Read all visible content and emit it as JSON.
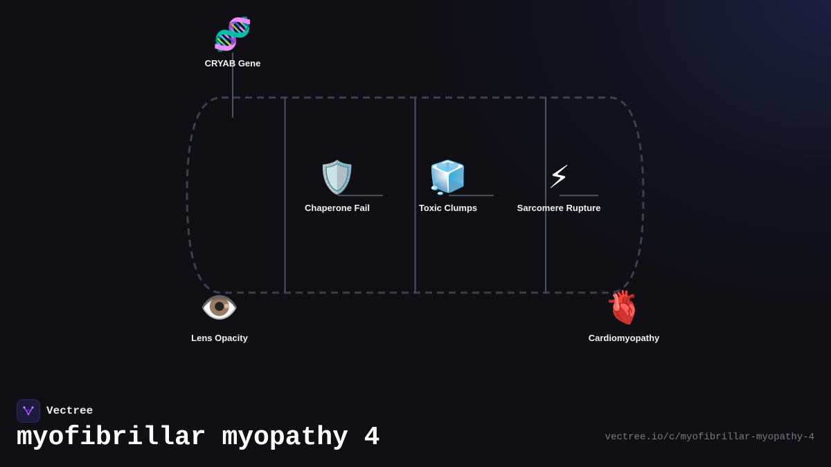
{
  "diagram": {
    "nodes": [
      {
        "id": "cryab",
        "label": "CRYAB Gene",
        "icon": "🧬",
        "icon_name": "dna-icon"
      },
      {
        "id": "chaperone",
        "label": "Chaperone Fail",
        "icon": "🛡️",
        "icon_name": "shield-icon"
      },
      {
        "id": "clumps",
        "label": "Toxic Clumps",
        "icon": "🧊",
        "icon_name": "ice-cube-icon"
      },
      {
        "id": "sarcomere",
        "label": "Sarcomere Rupture",
        "icon": "⚡",
        "icon_name": "lightning-icon"
      },
      {
        "id": "lens",
        "label": "Lens Opacity",
        "icon": "👁️",
        "icon_name": "eye-icon"
      },
      {
        "id": "cardio",
        "label": "Cardiomyopathy",
        "icon": "🫀",
        "icon_name": "anatomical-heart-icon"
      }
    ],
    "colors": {
      "background": "#0f0f14",
      "connector": "#4b5563",
      "dashed_loop": "#3a4150"
    }
  },
  "brand": {
    "name": "Vectree",
    "logo_icon": "vectree-logo-icon",
    "logo_color": "#a855f7"
  },
  "page": {
    "title": "myofibrillar myopathy 4",
    "url": "vectree.io/c/myofibrillar-myopathy-4"
  }
}
